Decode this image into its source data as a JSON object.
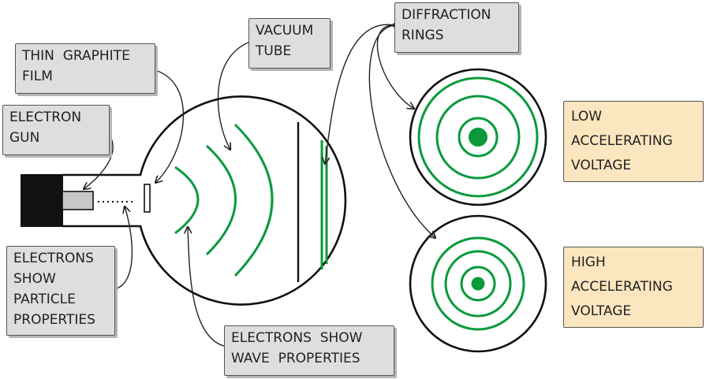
{
  "labels": {
    "thin_graphite_film": [
      "THIN  GRAPHITE",
      "FILM"
    ],
    "electron_gun": [
      "ELECTRON",
      "GUN"
    ],
    "vacuum_tube": [
      "VACUUM",
      "TUBE"
    ],
    "diffraction_rings": [
      "DIFFRACTION",
      "RINGS"
    ],
    "electrons_particle": [
      "ELECTRONS",
      "SHOW",
      "PARTICLE",
      "PROPERTIES"
    ],
    "electrons_wave": [
      "ELECTRONS  SHOW",
      "WAVE  PROPERTIES"
    ],
    "low_voltage": [
      "LOW",
      "ACCELERATING",
      "VOLTAGE"
    ],
    "high_voltage": [
      "HIGH",
      "ACCELERATING",
      "VOLTAGE"
    ]
  },
  "colors": {
    "ring_green": "#0a9a3c",
    "outline": "#111111",
    "label_grey": "#dedede",
    "label_yellow": "#fbe6bf"
  }
}
